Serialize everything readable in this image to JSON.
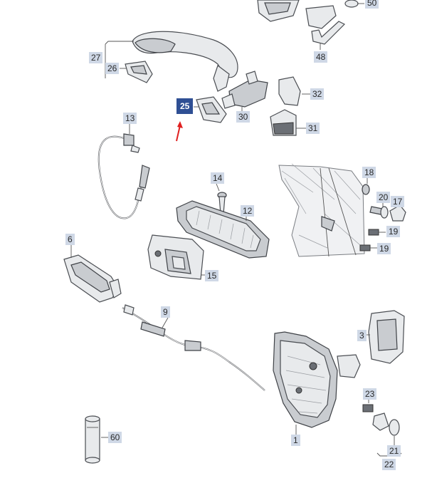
{
  "labels": {
    "p1": "1",
    "p3": "3",
    "p6": "6",
    "p9": "9",
    "p12": "12",
    "p13": "13",
    "p14": "14",
    "p15": "15",
    "p17": "17",
    "p18": "18",
    "p19a": "19",
    "p19b": "19",
    "p20": "20",
    "p21": "21",
    "p22": "22",
    "p23": "23",
    "p25": "25",
    "p26": "26",
    "p27": "27",
    "p30": "30",
    "p31": "31",
    "p32": "32",
    "p48": "48",
    "p50": "50",
    "p60": "60"
  },
  "colors": {
    "label_bg": "#cfd8e6",
    "highlight_bg": "#2f4f94",
    "arrow": "#e02020"
  }
}
